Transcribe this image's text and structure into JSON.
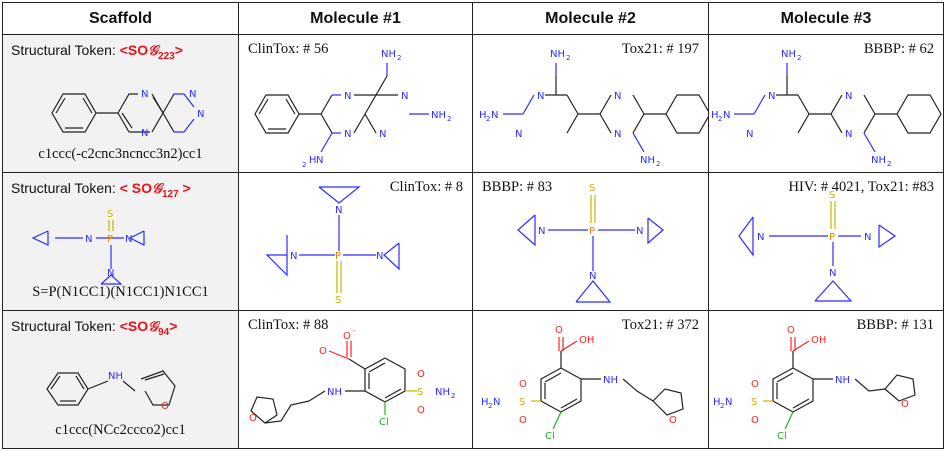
{
  "headers": [
    "Scaffold",
    "Molecule #1",
    "Molecule #2",
    "Molecule #3"
  ],
  "rows": [
    {
      "token_label": "Structural Token: ",
      "token_base": "<SO",
      "token_script": "𝒢",
      "token_sub": "223",
      "token_close": ">",
      "smiles": "c1ccc(-c2cnc3ncncc3n2)cc1",
      "molecules": [
        "ClinTox: # 56",
        "Tox21: # 197",
        "BBBP: # 62"
      ]
    },
    {
      "token_label": "Structural Token: ",
      "token_base": "< SO",
      "token_script": "𝒢",
      "token_sub": "127",
      "token_close": " >",
      "smiles": "S=P(N1CC1)(N1CC1)N1CC1",
      "molecules": [
        "ClinTox: # 8",
        "BBBP: # 83",
        "HIV: # 4021, Tox21: #83"
      ]
    },
    {
      "token_label": "Structural Token: ",
      "token_base": "<SO",
      "token_script": "𝒢",
      "token_sub": "94",
      "token_close": ">",
      "smiles": "c1ccc(NCc2ccco2)cc1",
      "molecules": [
        "ClinTox: # 88",
        "Tox21: # 372",
        "BBBP: # 131"
      ]
    }
  ],
  "atoms": {
    "nh2": "NH",
    "sub2": "2",
    "h2n": "H",
    "n2": "N",
    "n": "N",
    "p": "P",
    "s": "S",
    "o": "O",
    "oh": "OH",
    "o_minus": "O",
    "minus": "-",
    "cl": "Cl",
    "h": "H",
    "nh": "NH"
  },
  "colors": {
    "nitrogen": "#2d2dff",
    "oxygen": "#ff2020",
    "sulfur": "#c8b400",
    "phosphorus": "#f08000",
    "chlorine": "#20b020",
    "token": "#e8121b",
    "scaffold_bg": "#f2f2f2"
  }
}
